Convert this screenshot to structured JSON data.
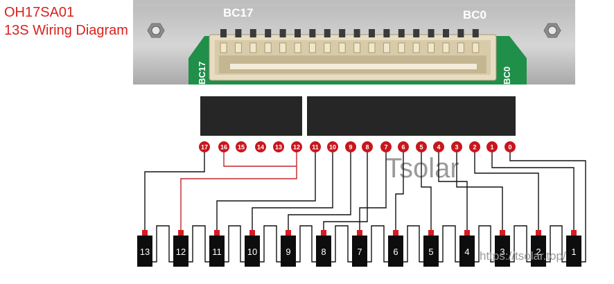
{
  "title_lines": [
    "OH17SA01",
    "13S Wiring Diagram"
  ],
  "board": {
    "left_label": "BC17",
    "right_label": "BC0"
  },
  "pcb": {
    "left_label": "BC17",
    "right_label": "BC0"
  },
  "pins": [
    "17",
    "16",
    "15",
    "14",
    "13",
    "12",
    "11",
    "10",
    "9",
    "8",
    "7",
    "6",
    "5",
    "4",
    "3",
    "2",
    "1",
    "0"
  ],
  "cells": [
    "13",
    "12",
    "11",
    "10",
    "9",
    "8",
    "7",
    "6",
    "5",
    "4",
    "3",
    "2",
    "1"
  ],
  "watermark": "Tsolar",
  "url_watermark": "https://tsolar.top/",
  "colors": {
    "title": "#d9211d",
    "pin": "#c8161d",
    "wire": "#111111",
    "bridge": "#c0262c",
    "cell": "#0d0d0d",
    "terminal": "#d61b22"
  }
}
